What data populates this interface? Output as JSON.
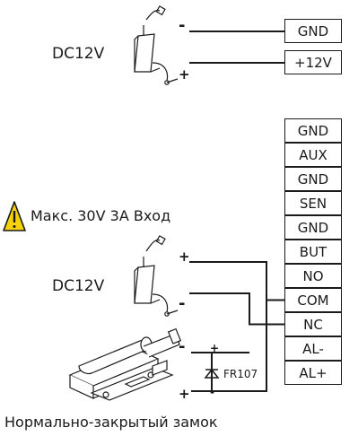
{
  "top_block": {
    "adapter_label": "DC12V",
    "minus": "-",
    "plus": "+",
    "terminals": [
      "GND",
      "+12V"
    ]
  },
  "bottom_block": {
    "warning_text": "Макс. 30V 3A Вход",
    "adapter_label": "DC12V",
    "minus": "-",
    "plus": "+",
    "lock_minus": "-",
    "lock_plus": "+",
    "diode_label": "FR107",
    "diode_plus": "+",
    "diode_minus": "-",
    "lock_caption": "Нормально-закрытый замок",
    "terminals": [
      "GND",
      "AUX",
      "GND",
      "SEN",
      "GND",
      "BUT",
      "NO",
      "COM",
      "NC",
      "AL-",
      "AL+"
    ]
  },
  "colors": {
    "warning_fill": "#f5d20a",
    "line": "#1a1a1a"
  }
}
